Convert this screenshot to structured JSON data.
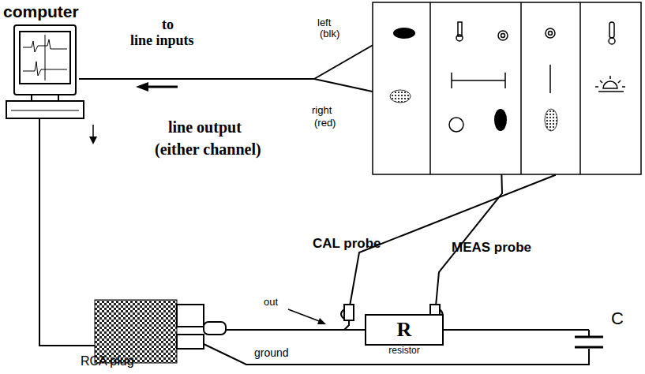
{
  "diagram": {
    "nodes": [
      {
        "text": [
          "R",
          "resistor"
        ]
      }
    ],
    "labels": [
      "computer",
      "to",
      "line inputs",
      "left",
      "(blk)",
      "right",
      "(red)",
      "line output",
      "(either channel)",
      "CAL probe",
      "MEAS probe",
      "out",
      "C",
      "RCA plug",
      "ground"
    ]
  }
}
